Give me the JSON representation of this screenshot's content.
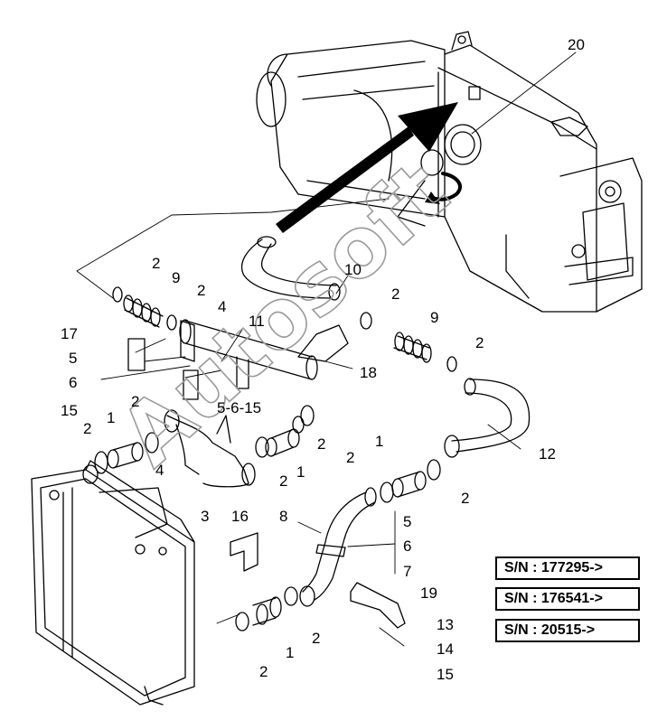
{
  "watermark": "Autosoft",
  "callouts": {
    "c20": "20",
    "c10": "10",
    "c11": "11",
    "c12": "12",
    "c18": "18",
    "c17": "17",
    "c5a": "5",
    "c6a": "6",
    "c15a": "15",
    "c2a": "2",
    "c9a": "9",
    "c2b": "2",
    "c4a": "4",
    "c2c": "2",
    "c9b": "9",
    "c2d": "2",
    "c2e": "2",
    "c1a": "1",
    "c2f": "2",
    "c5615": "5-6-15",
    "c4b": "4",
    "c2g": "2",
    "c1b": "1",
    "c2h": "2",
    "c1c": "1",
    "c2i": "2",
    "c2j": "2",
    "c3": "3",
    "c16": "16",
    "c8": "8",
    "c5b": "5",
    "c6b": "6",
    "c7": "7",
    "c19": "19",
    "c13": "13",
    "c14": "14",
    "c15b": "15",
    "c2k": "2",
    "c1d": "1",
    "c2l": "2"
  },
  "serial_numbers": [
    "S/N : 177295->",
    "S/N : 176541->",
    "S/N : 20515->"
  ]
}
